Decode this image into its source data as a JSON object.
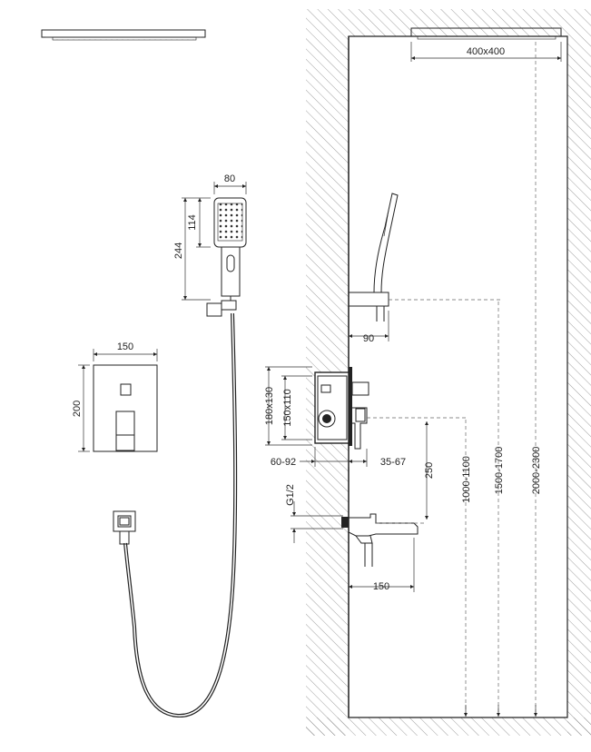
{
  "dimensions": {
    "rain_size": "400x400",
    "hand_width": "80",
    "hand_head_length": "114",
    "hand_total_length": "244",
    "plate_width": "150",
    "plate_height": "200",
    "wall_offset": "90",
    "box_outer": "180x130",
    "box_inner": "150x110",
    "depth_left": "60-92",
    "depth_right": "35-67",
    "thread": "G1/2",
    "spout_gap": "250",
    "spout_length": "150",
    "height_mixer": "1000-1100",
    "height_holder": "1500-1700",
    "height_rain": "2000-2300"
  },
  "colors": {
    "line": "#222222",
    "hatch": "#777777",
    "background": "#ffffff"
  }
}
